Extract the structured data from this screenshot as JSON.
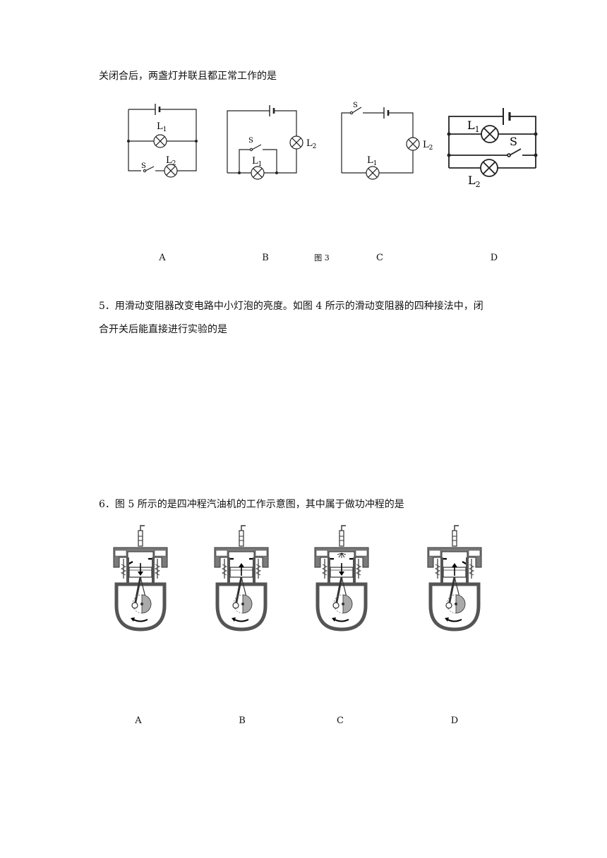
{
  "q4": {
    "line": "关闭合后，两盏灯并联且都正常工作的是",
    "options": [
      "A",
      "B",
      "C",
      "D"
    ],
    "figure_caption": "图 3",
    "circuits": {
      "a": {
        "l1": "L",
        "l1_sub": "1",
        "l2": "L",
        "l2_sub": "2",
        "switch": "S"
      },
      "b": {
        "l1": "L",
        "l1_sub": "1",
        "l2": "L",
        "l2_sub": "2",
        "switch": "S"
      },
      "c": {
        "l1": "L",
        "l1_sub": "1",
        "l2": "L",
        "l2_sub": "2",
        "switch": "S"
      },
      "d": {
        "l1": "L",
        "l1_sub": "1",
        "l2": "L",
        "l2_sub": "2",
        "switch": "S"
      }
    }
  },
  "q5": {
    "line1": "5．用滑动变阻器改变电路中小灯泡的亮度。如图 4 所示的滑动变阻器的四种接法中，闭",
    "line2": "合开关后能直接进行实验的是"
  },
  "q6": {
    "line": "6．图 5 所示的是四冲程汽油机的工作示意图，其中属于做功冲程的是",
    "options": [
      "A",
      "B",
      "C",
      "D"
    ],
    "engines": [
      {
        "option": "A",
        "piston_arrow": "down",
        "intake_open": true,
        "exhaust_open": false
      },
      {
        "option": "B",
        "piston_arrow": "up",
        "intake_open": false,
        "exhaust_open": false
      },
      {
        "option": "C",
        "piston_arrow": "down",
        "intake_open": false,
        "exhaust_open": false,
        "spark": true
      },
      {
        "option": "D",
        "piston_arrow": "up",
        "intake_open": false,
        "exhaust_open": true
      }
    ]
  }
}
